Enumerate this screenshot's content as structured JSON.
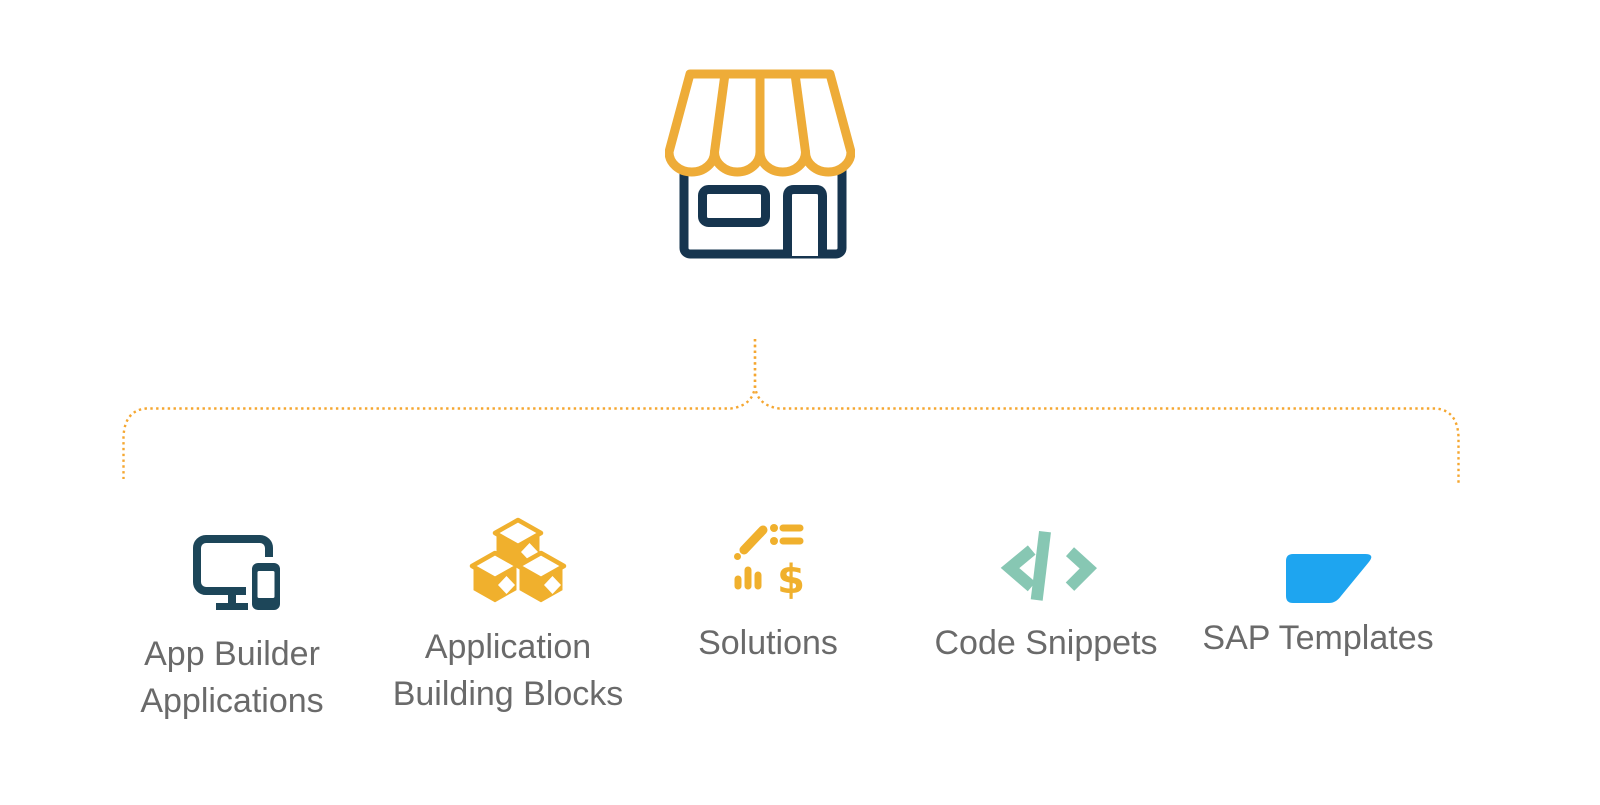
{
  "diagram_title": "",
  "store": {
    "icon": "storefront-icon"
  },
  "connector": {
    "style": "dotted",
    "color": "#f5a731"
  },
  "colors": {
    "store_awning_yellow": "#eeac38",
    "store_body_navy": "#16354f",
    "devices_navy": "#1d4659",
    "blocks_yellow": "#f0b02d",
    "solutions_yellow": "#f0b02d",
    "code_teal": "#87c7b3",
    "sap_blue": "#1ea5f0",
    "label_gray": "#6a6a6a",
    "connector_orange": "#f5a731"
  },
  "icon_glyphs": {
    "dollar": "$"
  },
  "items": [
    {
      "id": "app-builder-applications",
      "label": "App Builder Applications",
      "lines": [
        "App Builder",
        "Applications"
      ],
      "icon": "desktop-mobile-icon"
    },
    {
      "id": "application-building-blocks",
      "label": "Application Building Blocks",
      "lines": [
        "Application",
        "Building Blocks"
      ],
      "icon": "building-blocks-icon"
    },
    {
      "id": "solutions",
      "label": "Solutions",
      "lines": [
        "Solutions"
      ],
      "icon": "business-solutions-icon"
    },
    {
      "id": "code-snippets",
      "label": "Code Snippets",
      "lines": [
        "Code Snippets"
      ],
      "icon": "code-brackets-icon"
    },
    {
      "id": "sap-templates",
      "label": "SAP Templates",
      "lines": [
        "SAP Templates"
      ],
      "icon": "sap-logo-icon"
    }
  ]
}
